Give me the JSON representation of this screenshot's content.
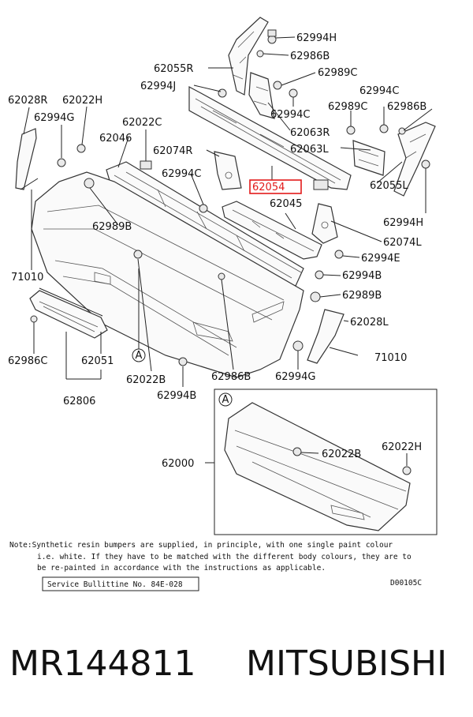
{
  "labels": {
    "p62994H_top": "62994H",
    "p62986B_top": "62986B",
    "p62055R": "62055R",
    "p62989C_top": "62989C",
    "p62994J": "62994J",
    "p62994C_r1": "62994C",
    "p62028R": "62028R",
    "p62022H_left": "62022H",
    "p62994C_mid": "62994C",
    "p62989C_r": "62989C",
    "p62986B_r": "62986B",
    "p62022C": "62022C",
    "p62994G_left": "62994G",
    "p62063R": "62063R",
    "p62046": "62046",
    "p62074R": "62074R",
    "p62063L": "62063L",
    "p62994C_low": "62994C",
    "p62054": "62054",
    "p62055L": "62055L",
    "p62045": "62045",
    "p62989B_left": "62989B",
    "p62994H_r": "62994H",
    "p62074L": "62074L",
    "p62994E": "62994E",
    "p71010_left": "71010",
    "p62994B_r": "62994B",
    "p62989B_r": "62989B",
    "p62028L": "62028L",
    "p62986C": "62986C",
    "p62051": "62051",
    "p71010_r": "71010",
    "p62022B_mid": "62022B",
    "p62986B_low": "62986B",
    "p62994G_low": "62994G",
    "p62994B_low": "62994B",
    "p62806": "62806",
    "p62000": "62000",
    "p62022B_inset": "62022B",
    "p62022H_inset": "62022H",
    "callout_A": "A"
  },
  "note": {
    "line1": "Note:Synthetic resin bumpers are supplied, in principle, with one single paint colour",
    "line2": "i.e. white. If they have to be matched with the different body colours, they are to",
    "line3": "be re-painted in accordance with the instructions as applicable."
  },
  "bulletin": "Service Bullittine No. 84E-028",
  "diagram_code": "D00105C",
  "caption": {
    "part_number": "MR144811",
    "brand": "MITSUBISHI"
  },
  "colors": {
    "highlight": "#e21b1b"
  }
}
